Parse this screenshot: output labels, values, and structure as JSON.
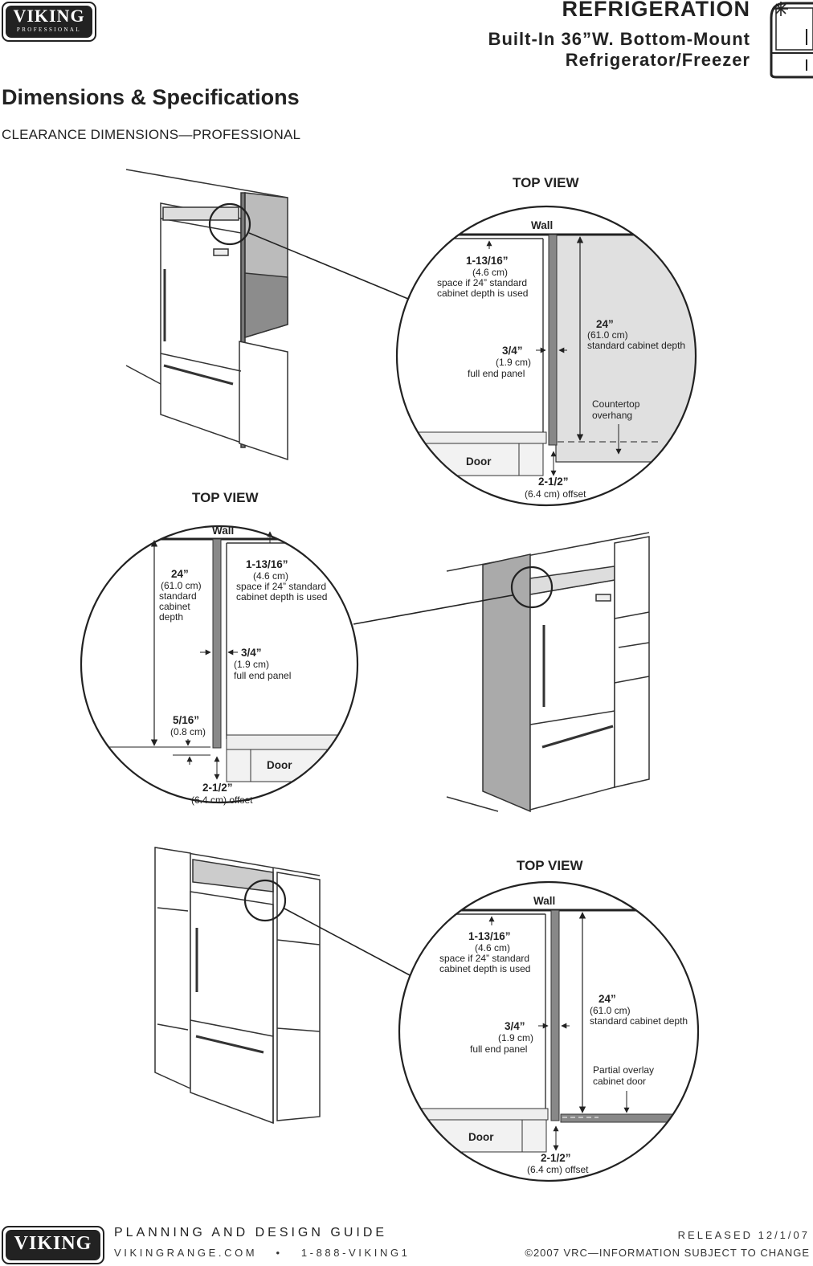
{
  "header": {
    "logo_text": "VIKING",
    "logo_sub": "PROFESSIONAL",
    "category": "REFRIGERATION",
    "subtitle_line1": "Built-In 36”W. Bottom-Mount",
    "subtitle_line2": "Refrigerator/Freezer",
    "icon": "refrigerator-snowflake-icon"
  },
  "page": {
    "title": "Dimensions & Specifications",
    "section": "CLEARANCE DIMENSIONS—PROFESSIONAL"
  },
  "diagram1": {
    "top_view": "TOP VIEW",
    "wall": "Wall",
    "space_dim": "1-13/16”",
    "space_cm": "(4.6 cm)",
    "space_note1": "space if 24” standard",
    "space_note2": "cabinet depth is used",
    "depth_dim": "24”",
    "depth_cm": "(61.0 cm)",
    "depth_note": "standard cabinet depth",
    "panel_dim": "3/4”",
    "panel_cm": "(1.9 cm)",
    "panel_note": "full end panel",
    "overhang1": "Countertop",
    "overhang2": "overhang",
    "door": "Door",
    "offset_dim": "2-1/2”",
    "offset_note": "(6.4 cm) offset"
  },
  "diagram2": {
    "top_view": "TOP VIEW",
    "wall": "Wall",
    "depth_dim": "24”",
    "depth_cm": "(61.0 cm)",
    "depth_note1": "standard",
    "depth_note2": "cabinet",
    "depth_note3": "depth",
    "space_dim": "1-13/16”",
    "space_cm": "(4.6 cm)",
    "space_note1": "space if 24” standard",
    "space_note2": "cabinet depth is used",
    "panel_dim": "3/4”",
    "panel_cm": "(1.9 cm)",
    "panel_note": "full end panel",
    "reveal_dim": "5/16”",
    "reveal_cm": "(0.8 cm)",
    "door": "Door",
    "offset_dim": "2-1/2”",
    "offset_note": "(6.4 cm) offset"
  },
  "diagram3": {
    "top_view": "TOP VIEW",
    "wall": "Wall",
    "space_dim": "1-13/16”",
    "space_cm": "(4.6 cm)",
    "space_note1": "space if 24” standard",
    "space_note2": "cabinet depth is used",
    "depth_dim": "24”",
    "depth_cm": "(61.0 cm)",
    "depth_note": "standard cabinet depth",
    "panel_dim": "3/4”",
    "panel_cm": "(1.9 cm)",
    "panel_note": "full end panel",
    "overlay1": "Partial overlay",
    "overlay2": "cabinet door",
    "door": "Door",
    "offset_dim": "2-1/2”",
    "offset_note": "(6.4 cm) offset"
  },
  "footer": {
    "logo_text": "VIKING",
    "guide": "PLANNING AND DESIGN GUIDE",
    "website": "VIKINGRANGE.COM",
    "bullet": "•",
    "phone": "1-888-VIKING1",
    "released": "RELEASED 12/1/07",
    "copyright": "©2007 VRC—INFORMATION SUBJECT TO CHANGE"
  }
}
